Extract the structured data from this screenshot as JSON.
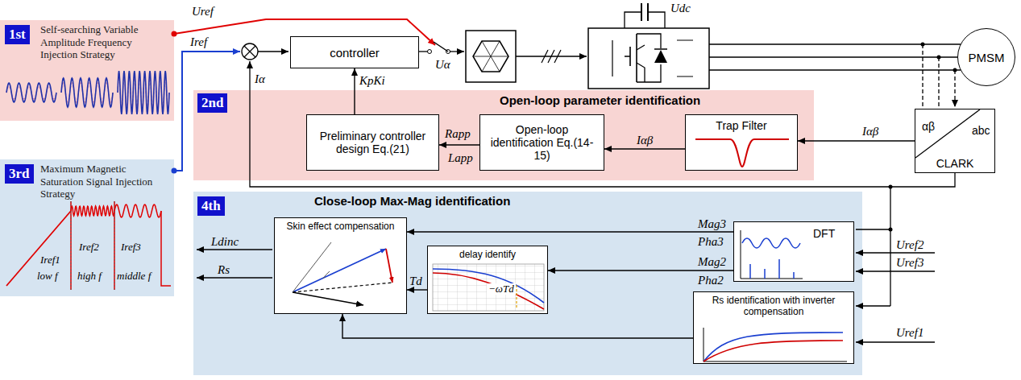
{
  "diagram": {
    "nodes": [
      {
        "text": [
          "1st",
          "Self-searching Variable Amplitude Frequency Injection Strategy"
        ]
      },
      {
        "text": [
          "3rd",
          "Maximum Magnetic Saturation Signal Injection Strategy"
        ]
      },
      {
        "text": [
          "controller"
        ]
      },
      {
        "text": [
          "PMSM"
        ]
      },
      {
        "text": [
          "abc",
          "αβ",
          "CLARK"
        ]
      },
      {
        "text": [
          "2nd",
          "Open-loop parameter identification"
        ]
      },
      {
        "text": [
          "Preliminary controller design Eq.(21)"
        ],
        "in": 5
      },
      {
        "text": [
          "Open-loop identification Eq.(14-15)"
        ],
        "in": 5
      },
      {
        "text": [
          "Trap Filter"
        ],
        "in": 5
      },
      {
        "text": [
          "4th",
          "Close-loop Max-Mag identification"
        ]
      },
      {
        "text": [
          "Skin effect compensation"
        ],
        "in": 9
      },
      {
        "text": [
          "delay identify"
        ],
        "in": 9
      },
      {
        "text": [
          "DFT"
        ],
        "in": 9
      },
      {
        "text": [
          "Rs identification with inverter compensation"
        ],
        "in": 9
      }
    ],
    "edges": [
      {
        "from": 8,
        "to": 7,
        "arrow": "to",
        "label": "Iαβ"
      },
      {
        "from": 7,
        "to": 6,
        "arrow": "to",
        "label": "Rapp"
      },
      {
        "from": 6,
        "to": 2,
        "arrow": "to",
        "label": "KpKi"
      },
      {
        "from": 4,
        "to": 8,
        "arrow": "to",
        "label": "Iαβ"
      },
      {
        "from": 12,
        "to": 10,
        "arrow": "to",
        "label": "Mag3"
      },
      {
        "from": 12,
        "to": 11,
        "arrow": "to",
        "label": "Mag2"
      },
      {
        "from": 11,
        "to": 10,
        "arrow": "to",
        "label": "Td"
      },
      {
        "from": 13,
        "to": 10,
        "arrow": "to"
      }
    ],
    "labels": [
      "Uref",
      "Iref",
      "Uα",
      "Udc",
      "Iα",
      "Lapp",
      "Pha3",
      "Pha2",
      "Uref2",
      "Uref3",
      "Uref1",
      "Ldinc",
      "Rs",
      "Iref1",
      "low f",
      "Iref2",
      "high f",
      "Iref3",
      "middle f",
      "−ωTd"
    ]
  }
}
